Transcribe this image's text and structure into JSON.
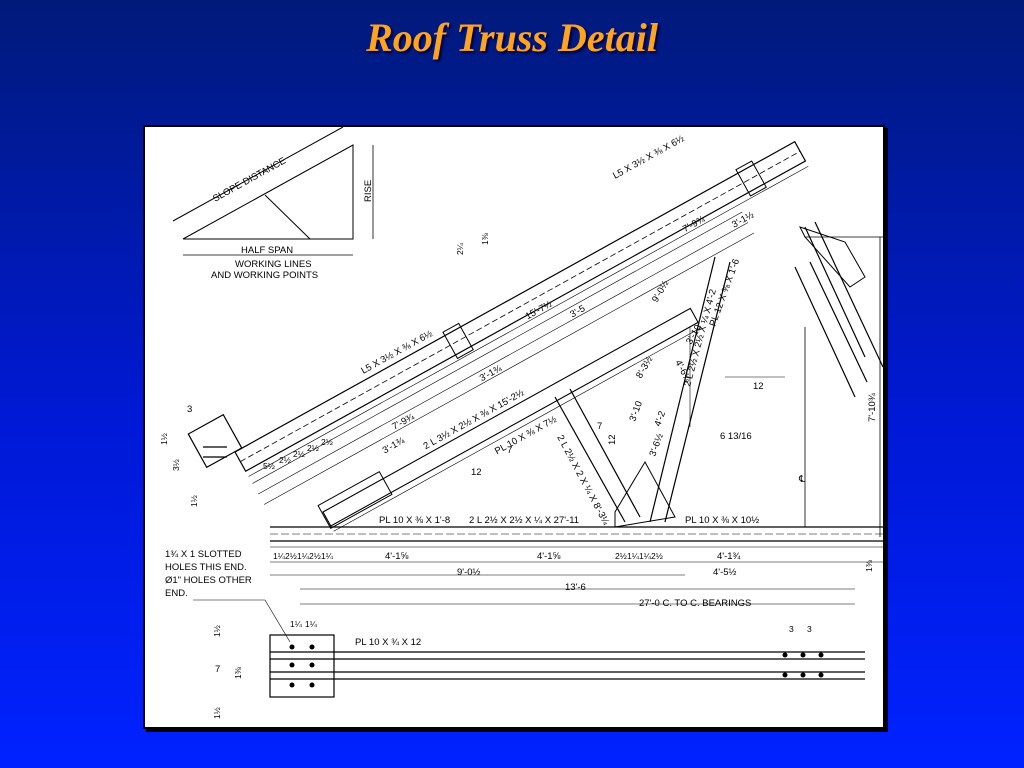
{
  "slide": {
    "title": "Roof Truss Detail"
  },
  "legend": {
    "slope_distance": "SLOPE DISTANCE",
    "rise": "RISE",
    "half_span": "HALF SPAN",
    "working_lines": "WORKING LINES",
    "working_points": "AND WORKING POINTS"
  },
  "top_chord": {
    "member": "L5 X 3½ X ⅜ X 6½",
    "member_upper": "L5 X 3½ X ⅜ X 6½",
    "dim_15_7": "15'-7½",
    "dim_3_5": "3'-5",
    "dim_7_9": "7'-9¾",
    "dim_3_1": "3'-1½",
    "dim_9_0": "9'-0½",
    "dim_7_9_b": "7'-9¾",
    "dim_3_1_b": "3'-1¾",
    "dim_3_1_c": "3'-1¾",
    "dim_2_1": "2¼",
    "dim_1_3": "1⅜",
    "dim_3_10": "3'-10",
    "dim_8_3": "8'-3½"
  },
  "diagonal": {
    "member": "2 L 3½ X 2½ X ⅜ X 15'-2½",
    "pl": "PL 10 X ⅜ X 7½",
    "slope": "12",
    "slope_7": "7",
    "dims": [
      "5½",
      "2½",
      "2½",
      "2½",
      "2½"
    ]
  },
  "web": {
    "member": "2 L 2½ X 2 X ¼ X 8'-3¼",
    "member2": "2 L 2½ X 2½ X ¼ X 4'-2",
    "pl12": "PL 12 X ⅜ X 1'-6",
    "dim_4_6": "4'-6⅛",
    "dim_3_10": "3'-10",
    "dim_4_2": "4'-2",
    "dim_3_6": "3'-6½",
    "slope_12": "12",
    "slope_12b": "12",
    "slope_7": "7",
    "dim_6_13": "6 13/16"
  },
  "right_side": {
    "height": "7'-10¾",
    "centerline": "℄"
  },
  "bottom_chord": {
    "member": "2 L 2½ X 2½ X ¼ X 27'-11",
    "pl_left": "PL 10 X ⅜ X 1'-8",
    "pl_right": "PL 10 X ⅜ X 10½",
    "pl_bearing": "PL 10 X ¾ X 12",
    "note_line1": "1¾ X 1 SLOTTED",
    "note_line2": "HOLES THIS END.",
    "note_line3": "Ø1\" HOLES OTHER",
    "note_line4": "END.",
    "dim_4_1a": "4'-1⅝",
    "dim_4_1b": "4'-1⅝",
    "dim_4_1c": "4'-1¾",
    "dim_9_0": "9'-0½",
    "dim_4_5": "4'-5½",
    "dim_13_6": "13'-6",
    "dim_bearings": "27'-0 C. TO C. BEARINGS",
    "dim_1_3": "1⅜",
    "left_dims": [
      "1¼",
      "2½",
      "1¼",
      "2½",
      "1¼"
    ],
    "mid_dims": [
      "2½",
      "1¼",
      "1¼",
      "2½"
    ],
    "plate_dims": [
      "1¼",
      "1¼"
    ],
    "end_dims": [
      "3",
      "3"
    ],
    "vert_1_2a": "1½",
    "vert_7": "7",
    "vert_1_3": "1⅜",
    "vert_1_2b": "1½",
    "dim_3": "3",
    "dim_1_1": "1½",
    "dim_3_4": "3½",
    "dim_1_1b": "1½"
  }
}
